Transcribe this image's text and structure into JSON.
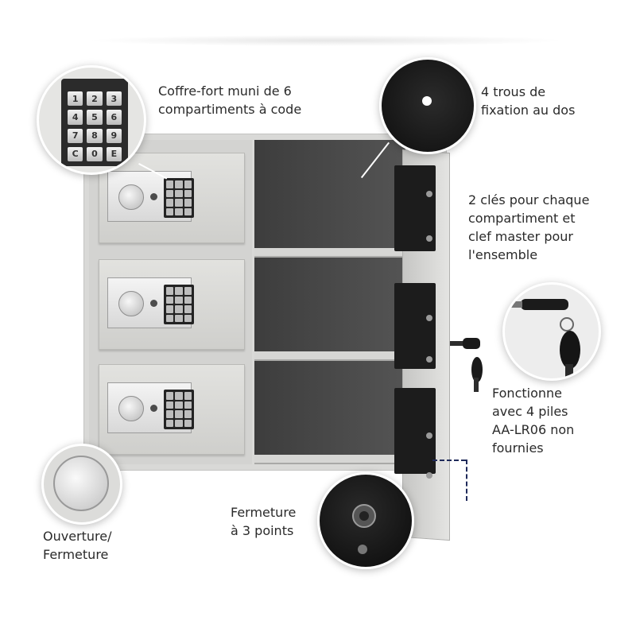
{
  "labels": {
    "safe": [
      "Coffre-fort muni de 6",
      "compartiments à code"
    ],
    "holes": [
      "4 trous de",
      "fixation au dos"
    ],
    "keys": [
      "2 clés pour chaque",
      "compartiment et",
      "clef master pour",
      "l'ensemble"
    ],
    "battery": [
      "Fonctionne",
      "avec 4 piles",
      "AA-LR06 non",
      "fournies"
    ],
    "lock": [
      "Fermeture",
      "à 3 points"
    ],
    "open": [
      "Ouverture/",
      "Fermeture"
    ]
  },
  "keypad_digits": [
    "1",
    "2",
    "3",
    "4",
    "5",
    "6",
    "7",
    "8",
    "9",
    "C",
    "0",
    "E"
  ],
  "colors": {
    "text": "#2a2a2a",
    "cabinet": "#d9d9d7",
    "interior": "#3d3d3d",
    "dashed_line": "#1f2a5a"
  }
}
